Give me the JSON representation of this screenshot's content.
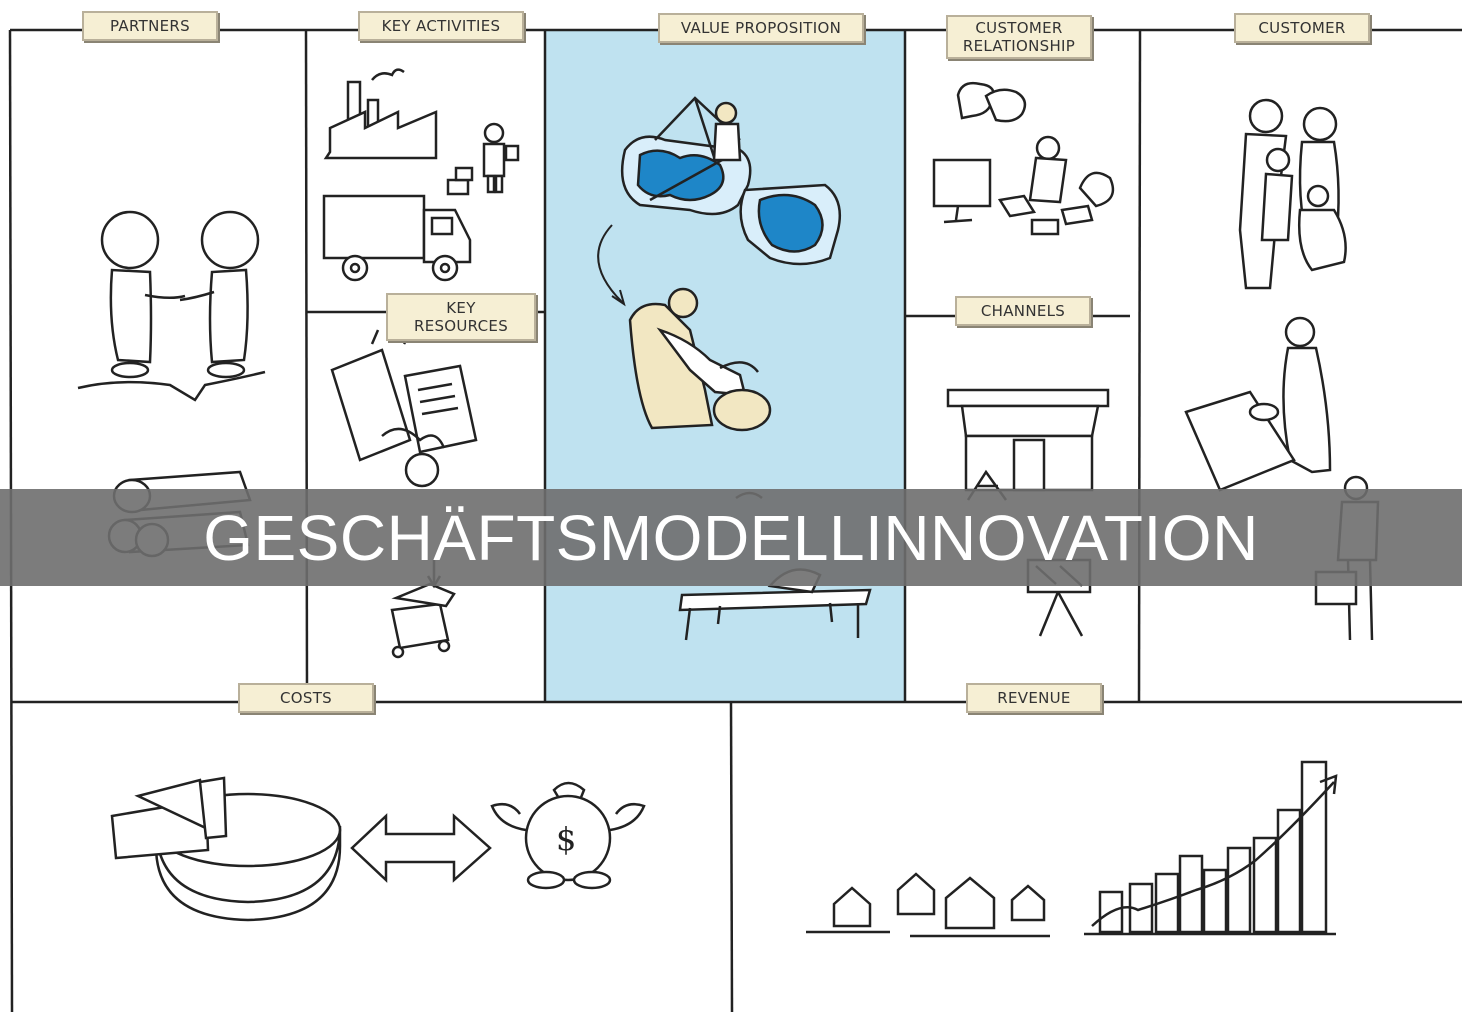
{
  "canvas": {
    "blocks": {
      "partners": "PARTNERS",
      "key_activities": "KEY ACTIVITIES",
      "key_resources": "KEY RESOURCES",
      "value_proposition": "VALUE PROPOSITION",
      "customer_relationship": "CUSTOMER\nRELATIONSHIP",
      "channels": "CHANNELS",
      "customer": "CUSTOMER",
      "costs": "COSTS",
      "revenue": "REVENUE"
    },
    "colors": {
      "value_proposition_fill": "#bfe2f0",
      "label_fill": "#f6efd4",
      "puzzle_blue": "#1e86c8"
    }
  },
  "overlay": {
    "title": "GESCHÄFTSMODELLINNOVATION",
    "color": "#6e6e6e"
  },
  "illustrations": [
    "handshake-icon",
    "logs-icon",
    "factory-icon",
    "worker-icon",
    "truck-icon",
    "documents-icon",
    "treasure-chest-icon",
    "puzzle-icon",
    "armchair-person-icon",
    "desk-icon",
    "chat-bubbles-icon",
    "computer-workstation-icon",
    "shop-icon",
    "billboard-icon",
    "family-icon",
    "customer-woman-icon",
    "businessman-icon",
    "pie-chart-icon",
    "double-arrow-icon",
    "money-bag-icon",
    "houses-icon",
    "growth-chart-icon"
  ]
}
